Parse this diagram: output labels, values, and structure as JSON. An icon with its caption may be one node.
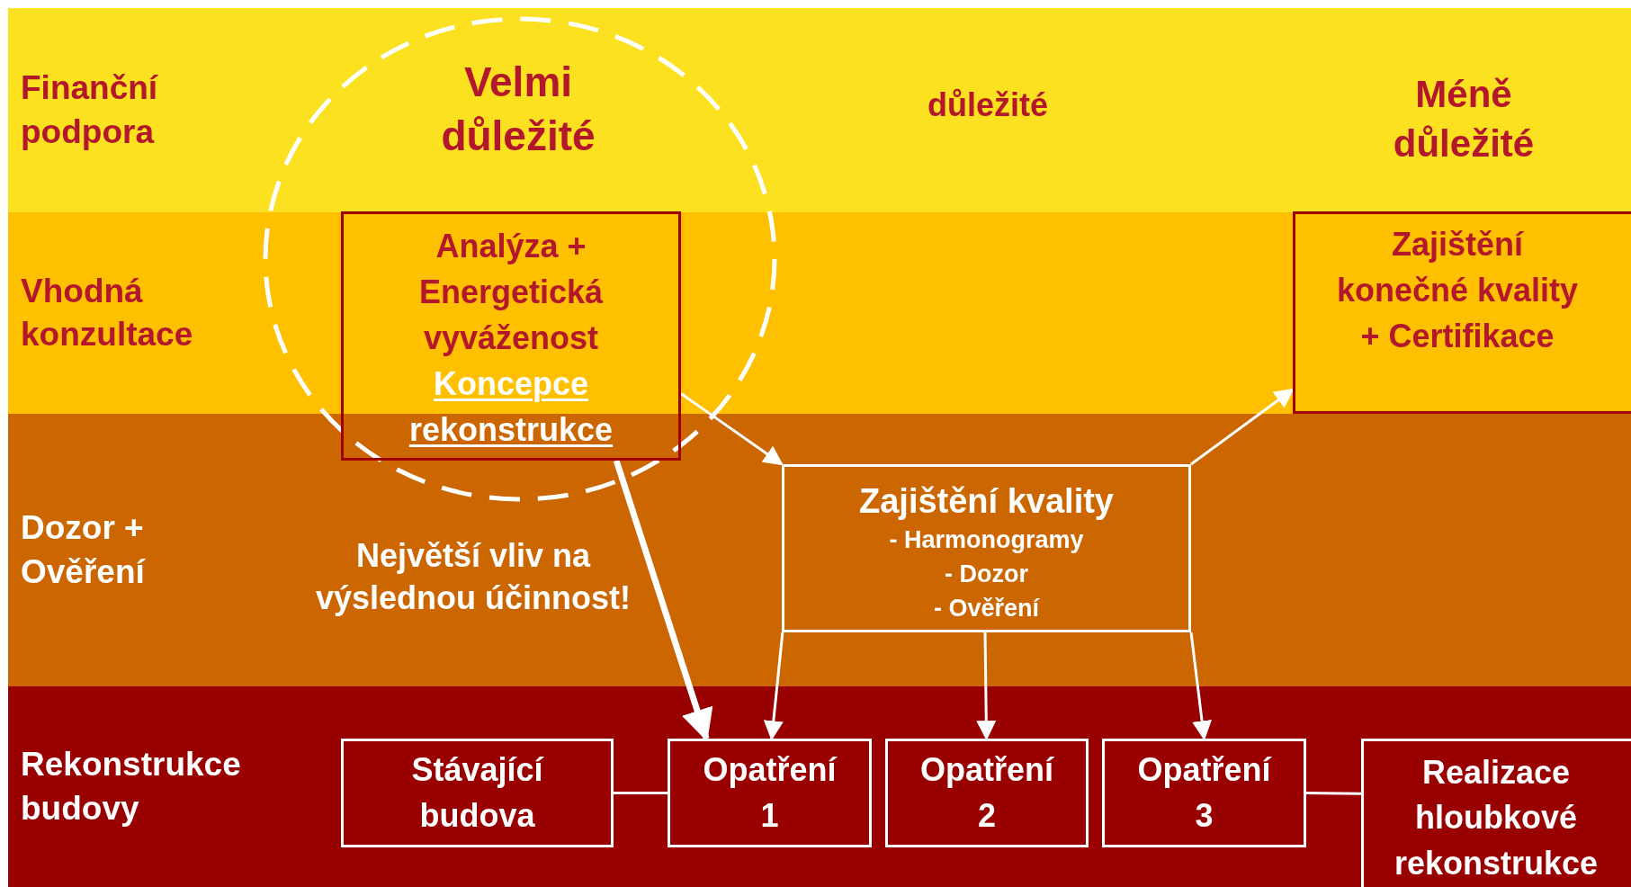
{
  "diagram": {
    "nodes": [
      {
        "text": [
          "Finanční podpora"
        ]
      },
      {
        "text": [
          "Vhodná konzultace"
        ]
      },
      {
        "text": [
          "Dozor + Ověření"
        ]
      },
      {
        "text": [
          "Rekonstrukce budovy"
        ]
      },
      {
        "text": [
          "Analýza + Energetická vyváženost",
          "Koncepce rekonstrukce"
        ]
      },
      {
        "text": [
          "Zajištění konečné kvality + Certifikace"
        ],
        "in": 1
      },
      {
        "text": [
          "Zajištění kvality",
          "- Harmonogramy",
          "- Dozor",
          "- Ověření"
        ],
        "in": 2
      },
      {
        "text": [
          "Stávající budova"
        ],
        "in": 3
      },
      {
        "text": [
          "Opatření 1"
        ],
        "in": 3
      },
      {
        "text": [
          "Opatření 2"
        ],
        "in": 3
      },
      {
        "text": [
          "Opatření 3"
        ],
        "in": 3
      },
      {
        "text": [
          "Realizace hloubkové rekonstrukce"
        ],
        "in": 3
      }
    ],
    "edges": [
      {
        "from": 4,
        "to": 6,
        "arrow": "to"
      },
      {
        "from": 6,
        "to": 5,
        "arrow": "to"
      },
      {
        "from": 4,
        "to": 8,
        "arrow": "to",
        "style": "thick"
      },
      {
        "from": 6,
        "to": 8,
        "arrow": "to"
      },
      {
        "from": 6,
        "to": 9,
        "arrow": "to"
      },
      {
        "from": 6,
        "to": 10,
        "arrow": "to"
      },
      {
        "from": 7,
        "to": 8,
        "arrow": "none"
      },
      {
        "from": 10,
        "to": 11,
        "arrow": "none"
      }
    ],
    "labels": [
      "Velmi důležité",
      "důležité",
      "Méně důležité",
      "Největší vliv na výslednou účinnost!"
    ]
  }
}
